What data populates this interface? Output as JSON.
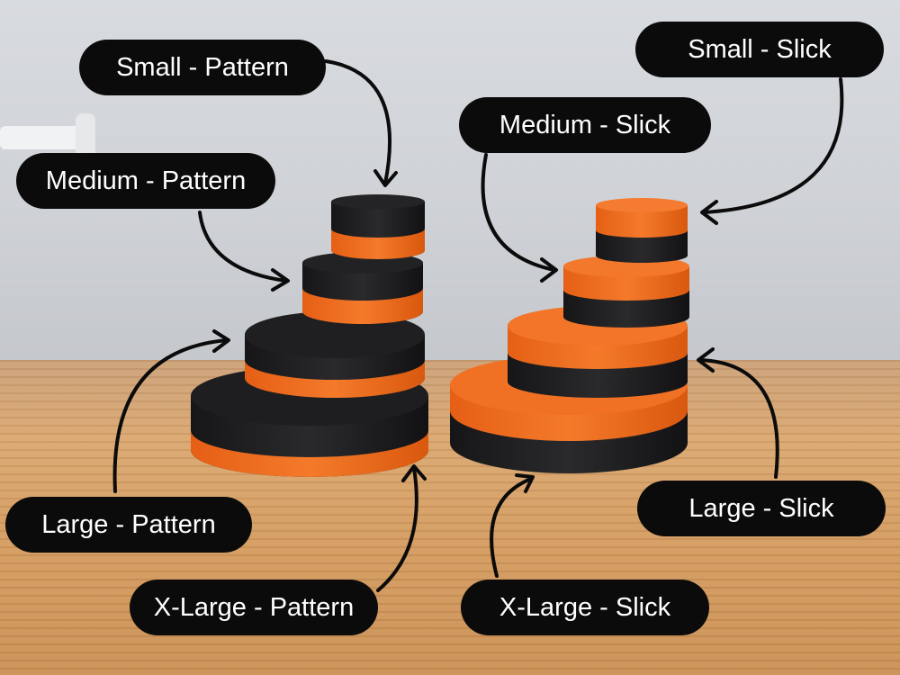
{
  "labels": {
    "small_pattern": "Small - Pattern",
    "medium_pattern": "Medium - Pattern",
    "large_pattern": "Large - Pattern",
    "xlarge_pattern": "X-Large - Pattern",
    "small_slick": "Small - Slick",
    "medium_slick": "Medium - Slick",
    "large_slick": "Large - Slick",
    "xlarge_slick": "X-Large - Slick"
  },
  "colors": {
    "pad_orange": "#ec6a1c",
    "pad_black": "#1c1c1e",
    "label_bg": "#0b0b0b",
    "label_text": "#ffffff",
    "arrow": "#0b0b0b"
  }
}
